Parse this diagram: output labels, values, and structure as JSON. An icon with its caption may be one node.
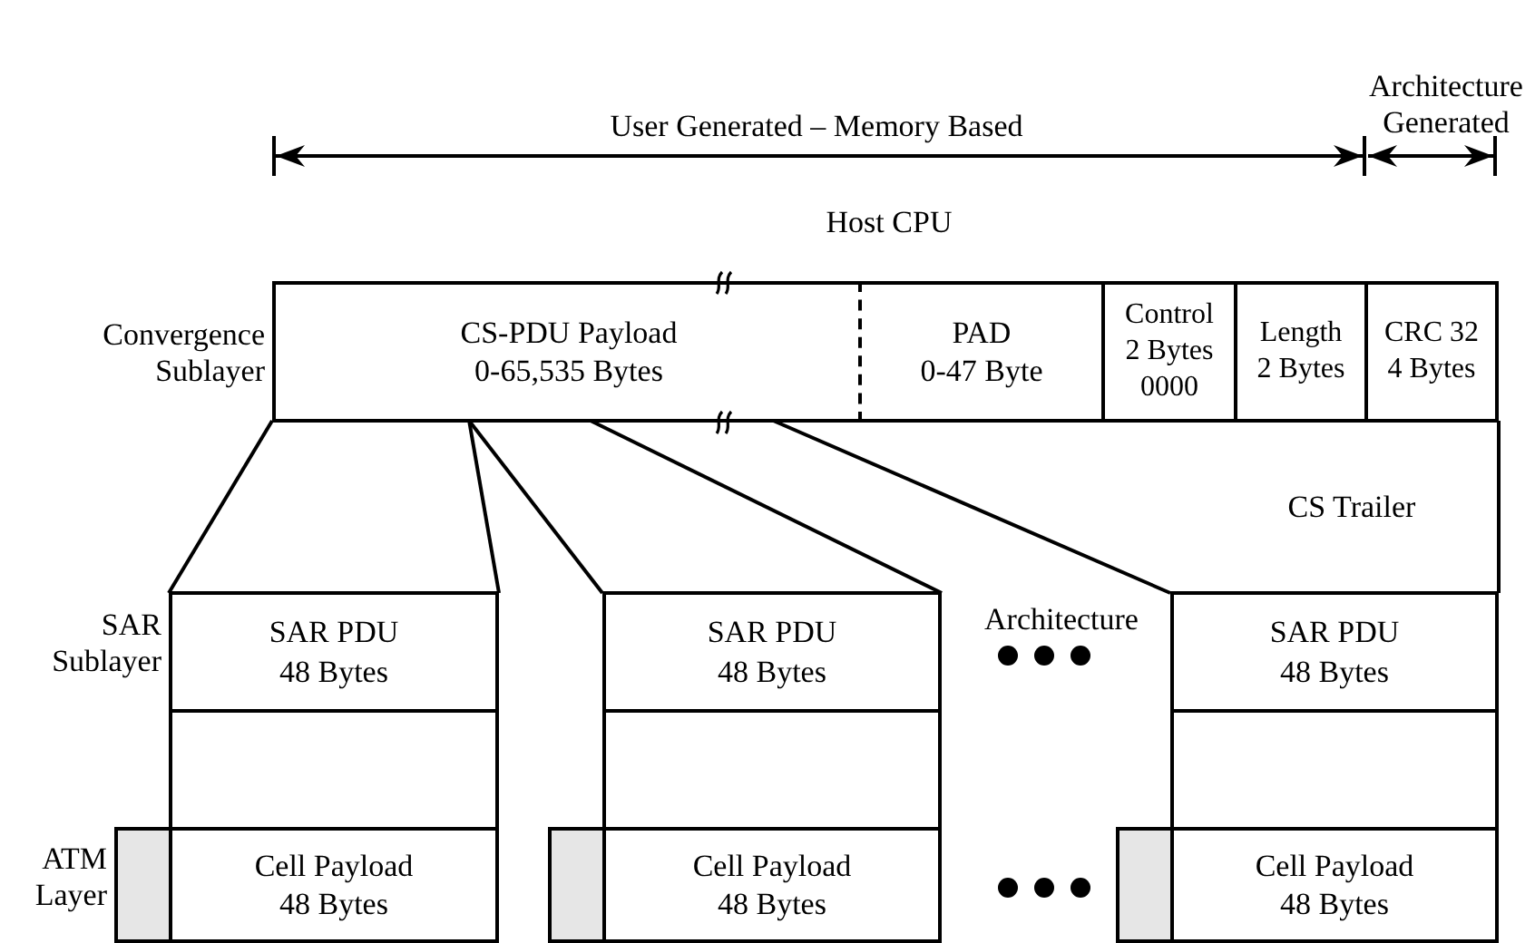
{
  "diagram": {
    "nodes": [
      {
        "text": [
          "CS-PDU Payload",
          "0-65,535 Bytes"
        ]
      },
      {
        "text": [
          "PAD",
          "0-47 Byte"
        ]
      },
      {
        "text": [
          "Control",
          "2 Bytes 0000"
        ]
      },
      {
        "text": [
          "Length",
          "2 Bytes"
        ]
      },
      {
        "text": [
          "CRC 32",
          "4 Bytes"
        ]
      },
      {
        "text": [
          "SAR PDU",
          "48 Bytes"
        ]
      },
      {
        "text": [
          "SAR PDU",
          "48 Bytes"
        ]
      },
      {
        "text": [
          "SAR PDU",
          "48 Bytes"
        ]
      },
      {
        "text": [],
        "shape": "box"
      },
      {
        "text": [],
        "shape": "box"
      },
      {
        "text": [],
        "shape": "box"
      },
      {
        "text": [],
        "shape": "box"
      },
      {
        "text": [
          "Cell Payload",
          "48 Bytes"
        ]
      },
      {
        "text": [],
        "shape": "box"
      },
      {
        "text": [
          "Cell Payload",
          "48 Bytes"
        ]
      },
      {
        "text": [],
        "shape": "box"
      },
      {
        "text": [
          "Cell Payload",
          "48 Bytes"
        ]
      }
    ],
    "edges": [
      {
        "from": 0,
        "to": 5,
        "arrow": "none"
      },
      {
        "from": 0,
        "to": 5,
        "arrow": "none"
      },
      {
        "from": 0,
        "to": 6,
        "arrow": "none"
      },
      {
        "from": 0,
        "to": 6,
        "arrow": "none"
      },
      {
        "from": 0,
        "to": 7,
        "arrow": "none"
      },
      {
        "from": 4,
        "to": 7,
        "arrow": "none"
      }
    ],
    "labels": [
      "Architecture Generated",
      "User Generated – Memory Based",
      "Host CPU",
      "Convergence Sublayer",
      "CS Trailer",
      "Architecture",
      "SAR Sublayer",
      "ATM Layer"
    ]
  }
}
